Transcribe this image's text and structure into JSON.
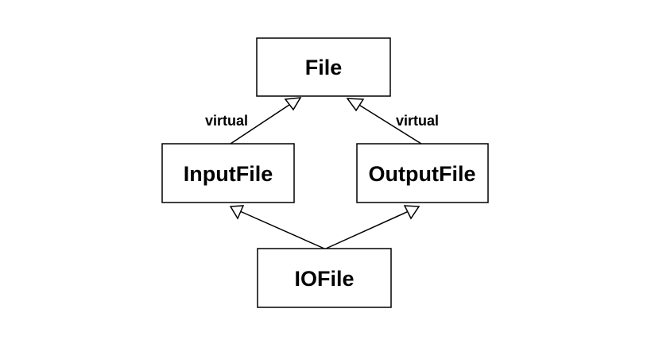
{
  "nodes": {
    "file": {
      "label": "File"
    },
    "input_file": {
      "label": "InputFile"
    },
    "output_file": {
      "label": "OutputFile"
    },
    "io_file": {
      "label": "IOFile"
    }
  },
  "edges": {
    "input_to_file": {
      "label": "virtual"
    },
    "output_to_file": {
      "label": "virtual"
    },
    "io_to_input": {
      "label": ""
    },
    "io_to_output": {
      "label": ""
    }
  }
}
